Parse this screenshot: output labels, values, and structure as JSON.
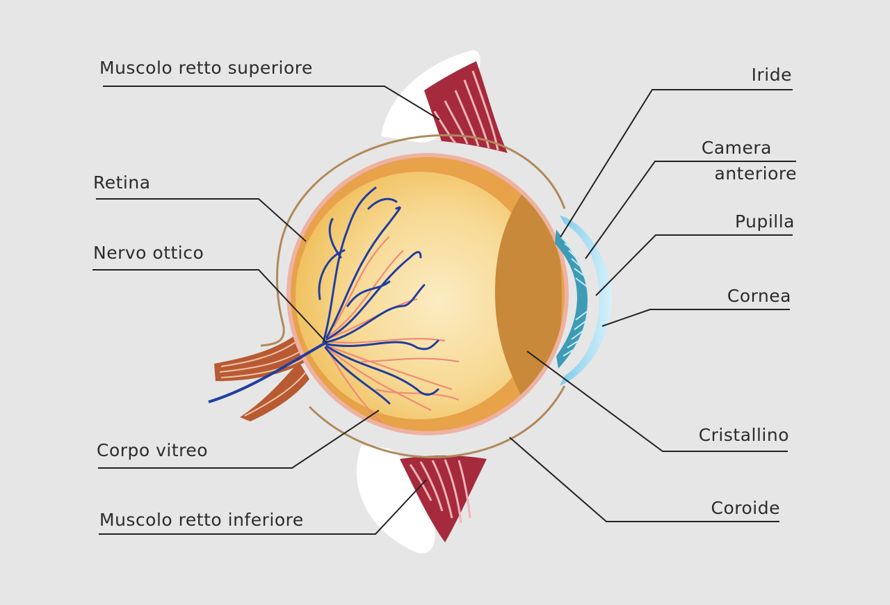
{
  "colors": {
    "background": "#e6e6e6",
    "vitreous": "#f6d58a",
    "lens": "#c8893a",
    "choroid": "#e7a24a",
    "retina": "#eeaa9a",
    "muscle": "#a52a3c",
    "optic_nerve": "#a64a2a",
    "vessel_blue": "#1f3ea0",
    "vessel_red": "#f08a78",
    "cornea": "#aee0f4",
    "iris": "#3e9bb5",
    "leader_line": "#222222"
  },
  "labels": {
    "superior_rectus": "Muscolo retto superiore",
    "retina": "Retina",
    "optic_nerve": "Nervo ottico",
    "vitreous_body": "Corpo vitreo",
    "inferior_rectus": "Muscolo retto inferiore",
    "iris": "Iride",
    "anterior_chamber_1": "Camera",
    "anterior_chamber_2": "anteriore",
    "pupil": "Pupilla",
    "cornea": "Cornea",
    "lens": "Cristallino",
    "choroid": "Coroide"
  }
}
